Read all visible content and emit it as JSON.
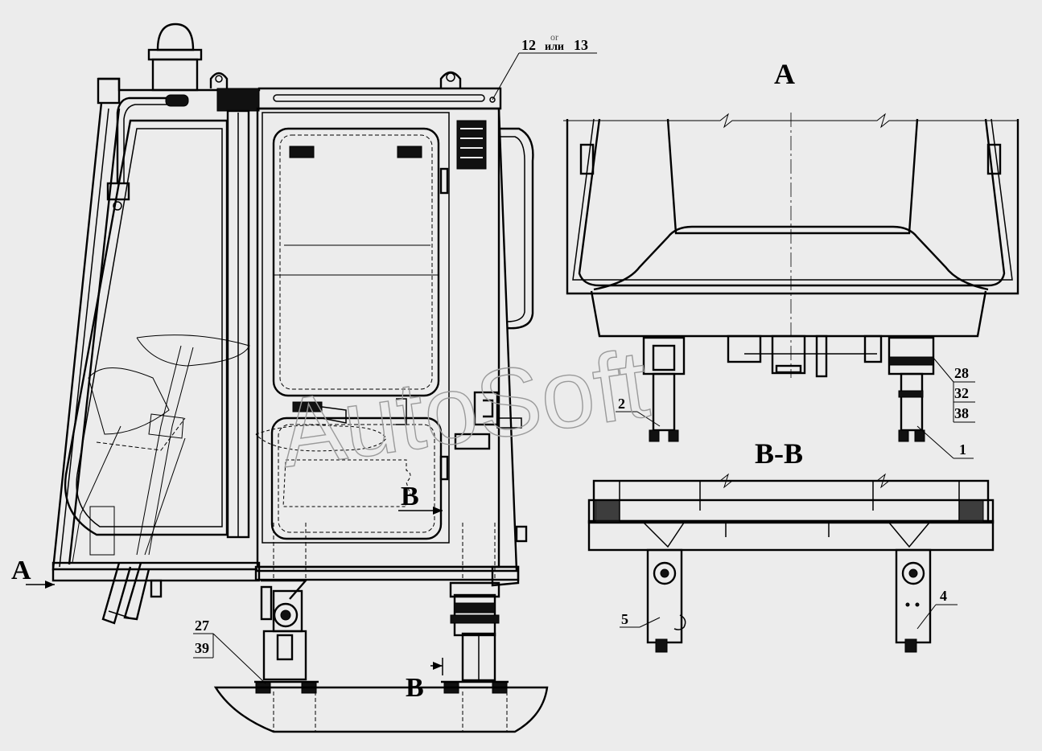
{
  "labels": {
    "view_a_left": "A",
    "view_a_title": "A",
    "view_bb_title": "B-B",
    "section_b_upper": "B",
    "section_b_lower": "B"
  },
  "callouts": {
    "c12": "12",
    "or_text": "or",
    "ili_text": "или",
    "c13": "13",
    "c27": "27",
    "c39": "39",
    "c28": "28",
    "c32": "32",
    "c38": "38",
    "c2": "2",
    "c1": "1",
    "c5": "5",
    "c4": "4"
  },
  "watermark": "AutoSoft",
  "colors": {
    "background": "#ececec",
    "line": "#000000",
    "watermark": "#9a9a9a"
  }
}
